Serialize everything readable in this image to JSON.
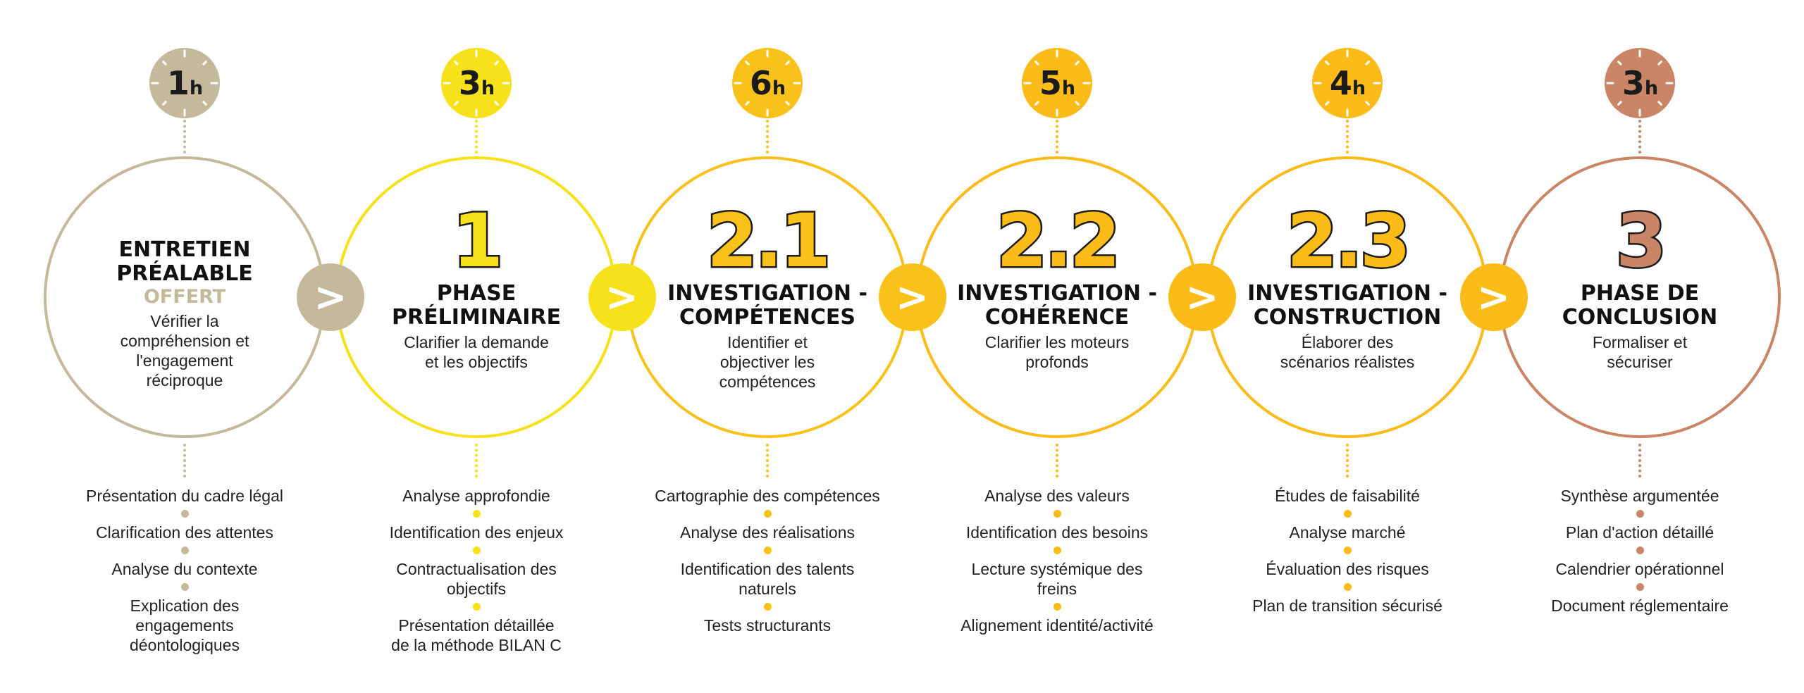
{
  "colors": {
    "beige": "#c4b99b",
    "yellow": "#f7e11a",
    "amber": "#f9c21b",
    "gold": "#fbbb19",
    "copper": "#c98565",
    "text": "#1b1b1b"
  },
  "phases": [
    {
      "duration": "1",
      "unit": "h",
      "color": "#c4b99b",
      "number": "",
      "title_lines": [
        "ENTRETIEN",
        "PRÉALABLE"
      ],
      "offer": "OFFERT",
      "desc_lines": [
        "Vérifier la",
        "compréhension et",
        "l'engagement",
        "réciproque"
      ],
      "arrow": ">",
      "items": [
        "Présentation du cadre légal",
        "Clarification des attentes",
        "Analyse du contexte",
        "Explication des engagements déontologiques"
      ]
    },
    {
      "duration": "3",
      "unit": "h",
      "color": "#f7e11a",
      "number": "1",
      "title_lines": [
        "PHASE",
        "PRÉLIMINAIRE"
      ],
      "offer": "",
      "desc_lines": [
        "Clarifier la demande",
        "et les objectifs"
      ],
      "arrow": ">",
      "items": [
        "Analyse approfondie",
        "Identification des enjeux",
        "Contractualisation des objectifs",
        "Présentation détaillée de la méthode BILAN C"
      ]
    },
    {
      "duration": "6",
      "unit": "h",
      "color": "#f9c21b",
      "number": "2.1",
      "title_lines": [
        "INVESTIGATION -",
        "COMPÉTENCES"
      ],
      "offer": "",
      "desc_lines": [
        "Identifier et",
        "objectiver les",
        "compétences"
      ],
      "arrow": ">",
      "items": [
        "Cartographie des compétences",
        "Analyse des réalisations",
        "Identification des talents naturels",
        "Tests structurants"
      ]
    },
    {
      "duration": "5",
      "unit": "h",
      "color": "#fbbb19",
      "number": "2.2",
      "title_lines": [
        "INVESTIGATION -",
        "COHÉRENCE"
      ],
      "offer": "",
      "desc_lines": [
        "Clarifier les moteurs",
        "profonds"
      ],
      "arrow": ">",
      "items": [
        "Analyse des valeurs",
        "Identification des besoins",
        "Lecture systémique des freins",
        "Alignement identité/activité"
      ]
    },
    {
      "duration": "4",
      "unit": "h",
      "color": "#fbbb19",
      "number": "2.3",
      "title_lines": [
        "INVESTIGATION -",
        "CONSTRUCTION"
      ],
      "offer": "",
      "desc_lines": [
        "Élaborer des",
        "scénarios réalistes"
      ],
      "arrow": ">",
      "items": [
        "Études de faisabilité",
        "Analyse marché",
        "Évaluation des risques",
        "Plan de transition sécurisé"
      ]
    },
    {
      "duration": "3",
      "unit": "h",
      "color": "#c98565",
      "number": "3",
      "title_lines": [
        "PHASE DE",
        "CONCLUSION"
      ],
      "offer": "",
      "desc_lines": [
        "Formaliser et",
        "sécuriser"
      ],
      "arrow": "",
      "items": [
        "Synthèse argumentée",
        "Plan d'action détaillé",
        "Calendrier opérationnel",
        "Document réglementaire"
      ]
    }
  ]
}
